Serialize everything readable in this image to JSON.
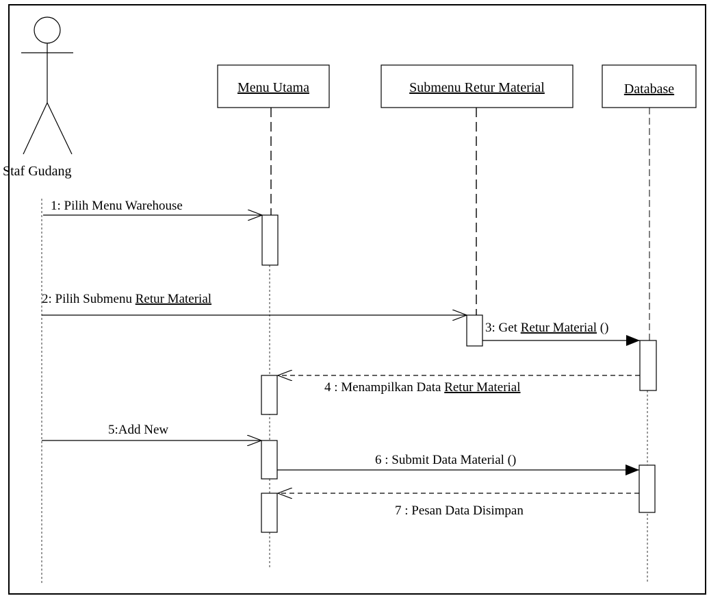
{
  "actor": {
    "name": "Staf Gudang"
  },
  "objects": [
    {
      "id": "menu",
      "name": "Menu Utama"
    },
    {
      "id": "submenu",
      "name": "Submenu Retur Material"
    },
    {
      "id": "db",
      "name": "Database"
    }
  ],
  "messages": [
    {
      "id": "m1",
      "prefix": "1:  Pilih Menu Warehouse",
      "underlined": "",
      "suffix": ""
    },
    {
      "id": "m2",
      "prefix": "2: Pilih Submenu ",
      "underlined": "Retur Material",
      "suffix": ""
    },
    {
      "id": "m3",
      "prefix": "3: Get ",
      "underlined": "Retur Material",
      "suffix": " ()"
    },
    {
      "id": "m4",
      "prefix": "4 : Menampilkan Data ",
      "underlined": "Retur Material",
      "suffix": ""
    },
    {
      "id": "m5",
      "prefix": "5:Add New",
      "underlined": "",
      "suffix": ""
    },
    {
      "id": "m6",
      "prefix": "6 : Submit  Data Material ()",
      "underlined": "",
      "suffix": ""
    },
    {
      "id": "m7",
      "prefix": "7 : Pesan Data Disimpan",
      "underlined": "",
      "suffix": ""
    }
  ]
}
